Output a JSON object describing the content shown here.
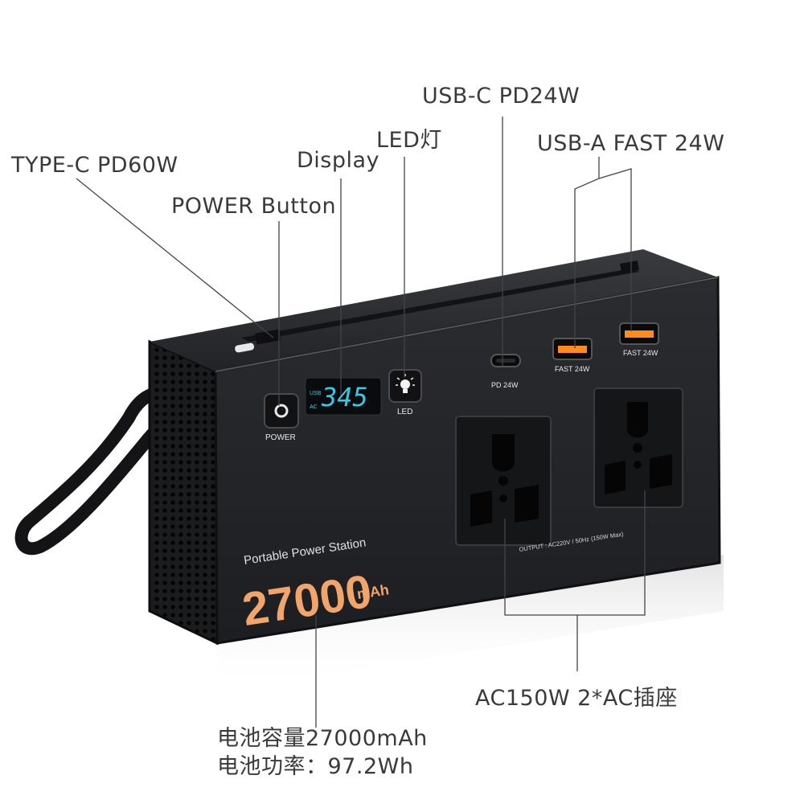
{
  "callouts": {
    "usb_c": "USB-C  PD24W",
    "led": "LED灯",
    "usb_a": "USB-A  FAST 24W",
    "type_c": "TYPE-C  PD60W",
    "display": "Display",
    "power_button": "POWER Button",
    "ac_outlets": "AC150W 2*AC插座",
    "capacity": "电池容量27000mAh",
    "energy": "电池功率：97.2Wh"
  },
  "device": {
    "display_readout": "345",
    "display_usb": "USB",
    "display_ac": "AC",
    "power_label": "POWER",
    "led_label": "LED",
    "pd_label": "PD 24W",
    "fast_label_1": "FAST 24W",
    "fast_label_2": "FAST 24W",
    "product_name": "Portable Power Station",
    "capacity_number": "27000",
    "capacity_unit": "mAh",
    "output_spec": "OUTPUT : AC220V / 50Hz (150W Max)"
  },
  "colors": {
    "device_body": "#1f2023",
    "device_face": "#26272a",
    "display_cyan": "#38c8e8",
    "capacity_orange": "#f2a56a",
    "callout_text": "#3a3a3a"
  }
}
